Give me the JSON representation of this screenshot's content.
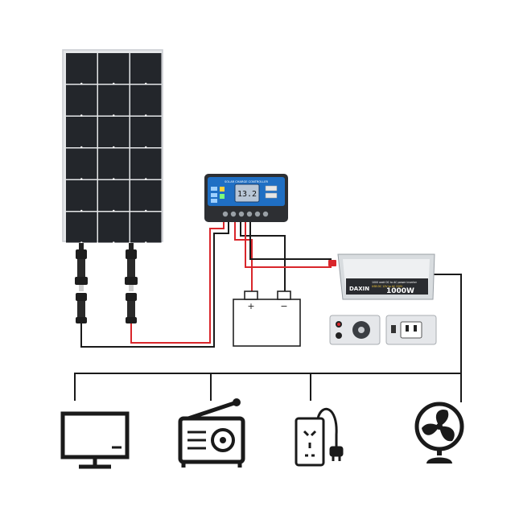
{
  "controller": {
    "title": "SOLAR CHARGE CONTROLLER",
    "display_value": "13.2"
  },
  "battery": {
    "positive_symbol": "+",
    "negative_symbol": "−"
  },
  "inverter": {
    "brand": "DAXIN",
    "line1": "1000 watt DC to AC power inverter",
    "line2": "USB DC 12V to AC 220V",
    "wattage": "1000W"
  },
  "colors": {
    "wire_red": "#d9262b",
    "wire_black": "#1a1a1a",
    "controller_blue": "#1f6fc4",
    "panel_cell": "#23262b"
  },
  "appliances": [
    {
      "icon": "monitor-icon"
    },
    {
      "icon": "radio-icon"
    },
    {
      "icon": "power-outlet-icon"
    },
    {
      "icon": "fan-icon"
    }
  ]
}
